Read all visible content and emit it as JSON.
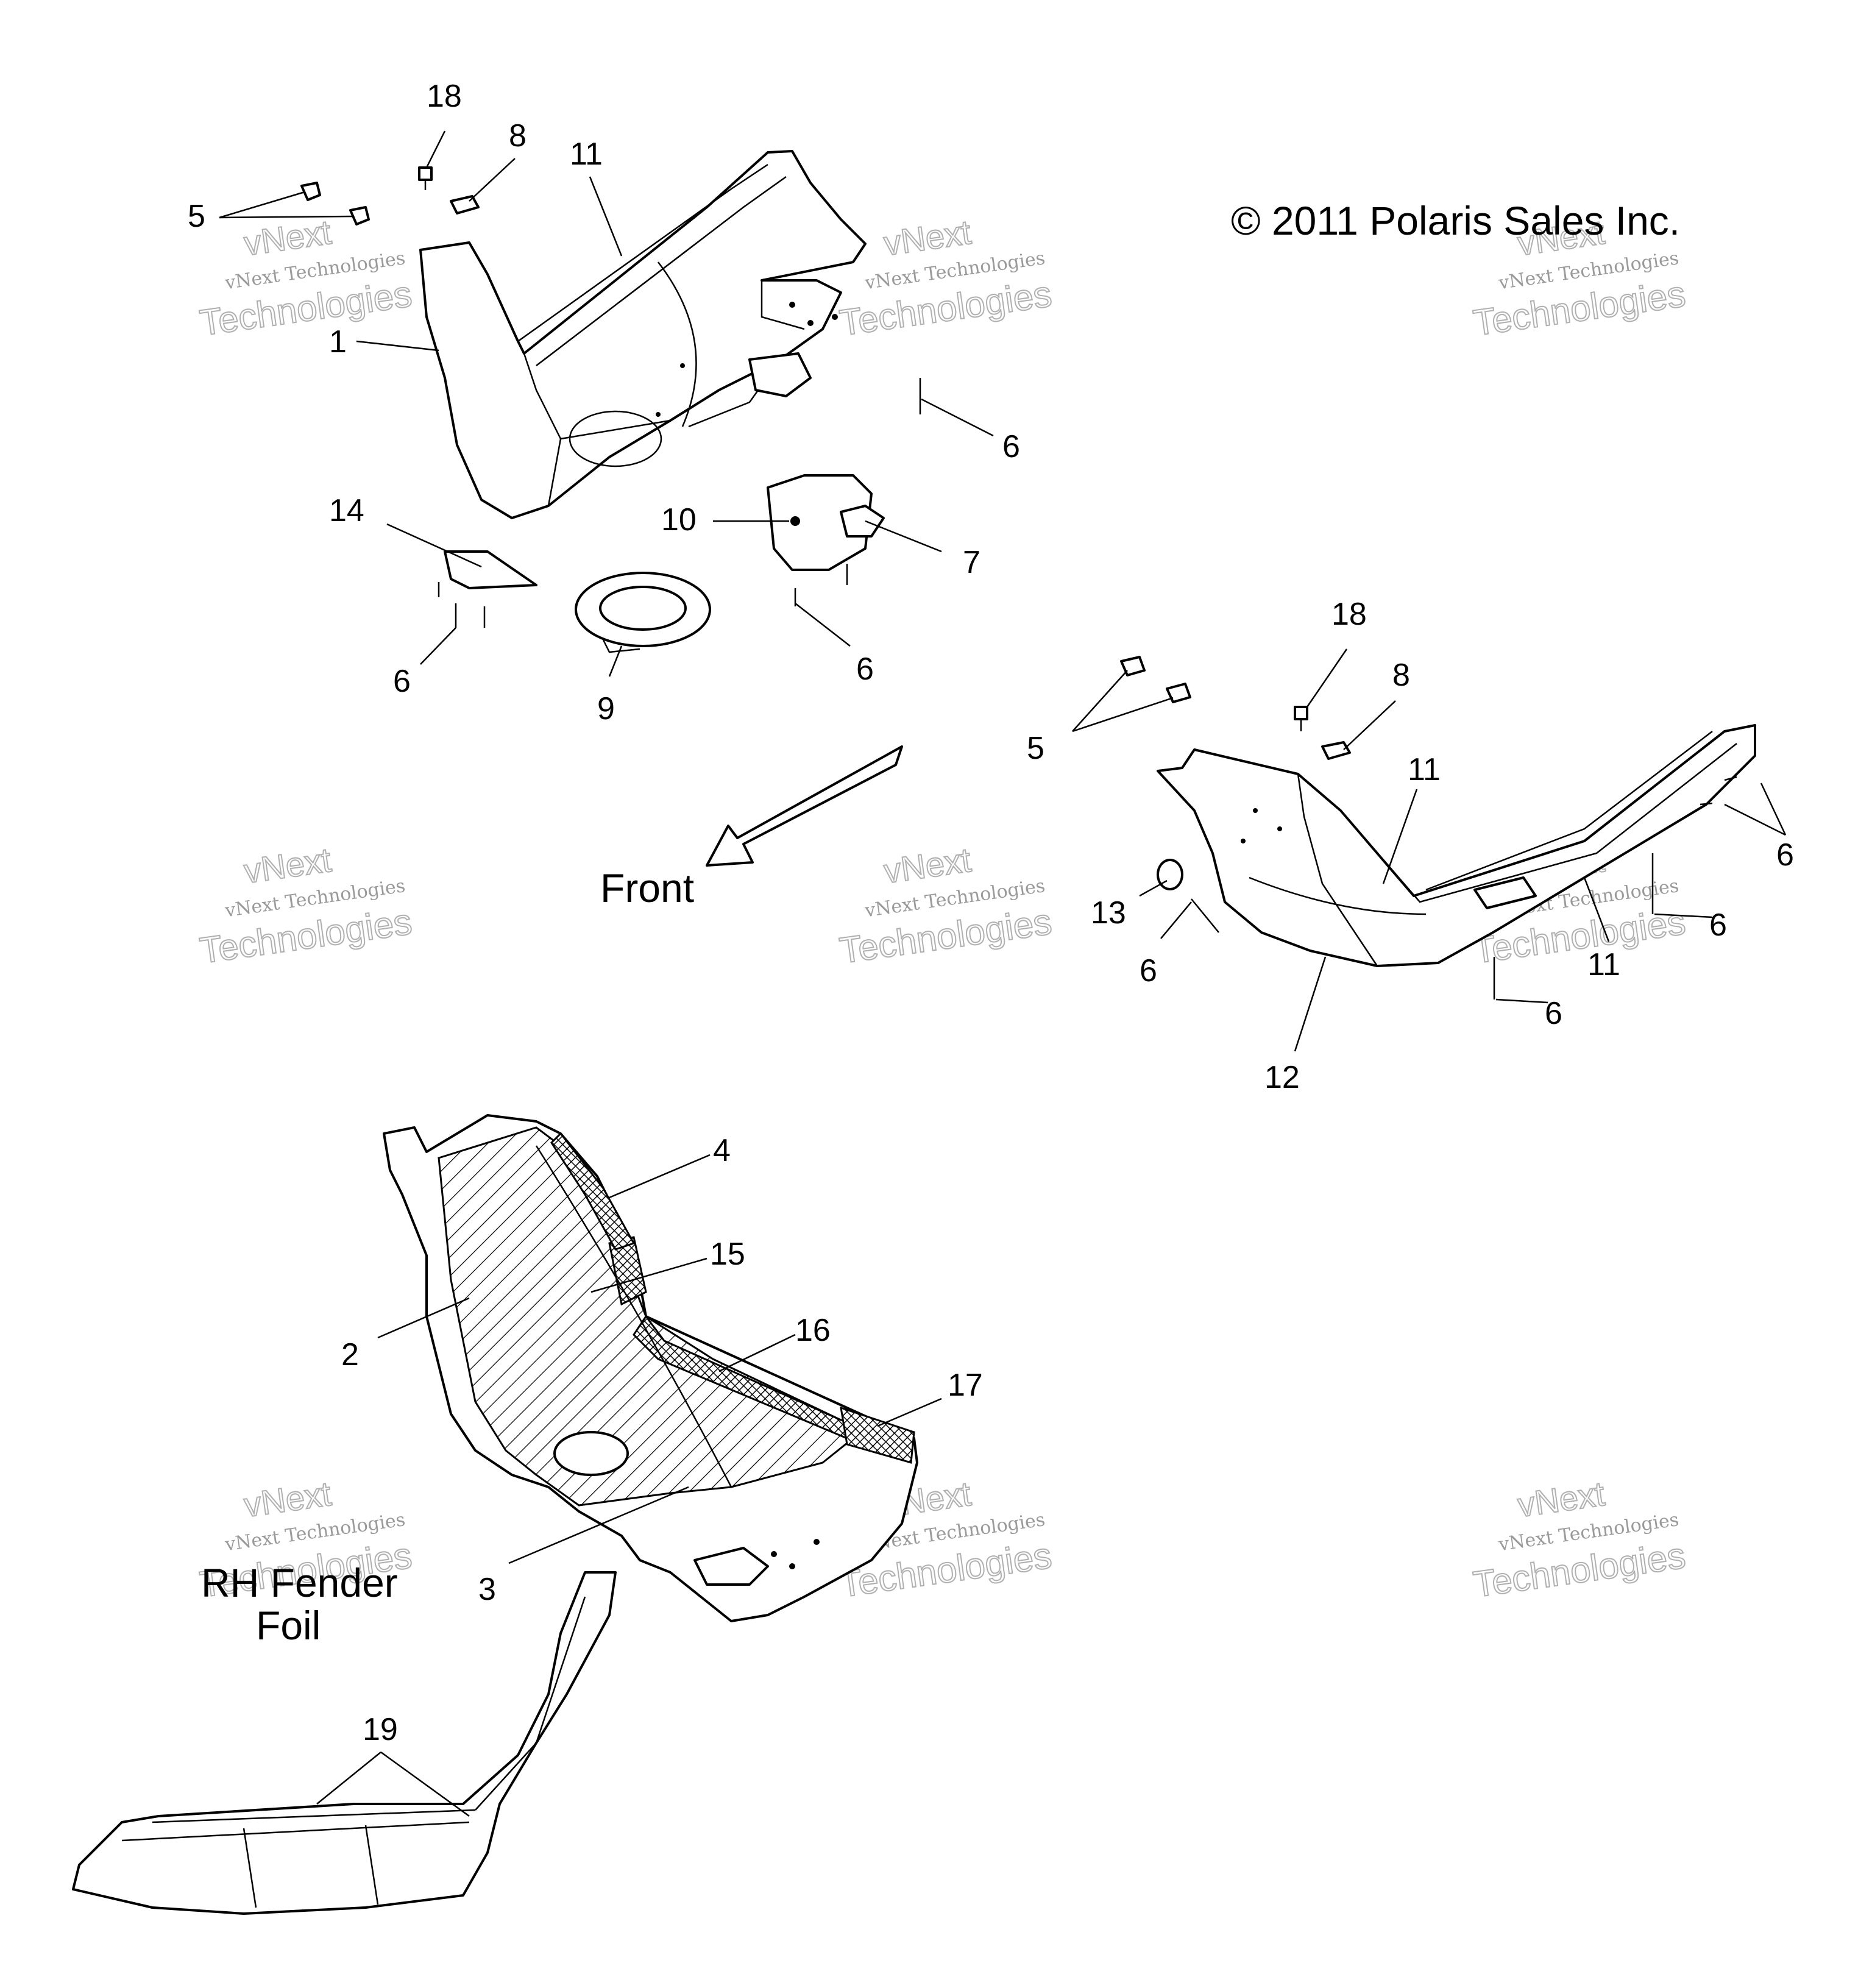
{
  "copyright": "© 2011 Polaris Sales Inc.",
  "front_label": "Front",
  "rh_fender_label": [
    "RH Fender",
    "Foil"
  ],
  "watermark": {
    "line1": "vNext Technologies",
    "line2": "Technologies",
    "line0": "vNext"
  },
  "callouts": {
    "top_left": [
      "18",
      "8",
      "11",
      "5",
      "1",
      "6",
      "14",
      "10",
      "7",
      "6",
      "9",
      "6"
    ],
    "right": [
      "18",
      "8",
      "5",
      "11",
      "6",
      "13",
      "6",
      "6",
      "11",
      "6",
      "12"
    ],
    "bottom": [
      "4",
      "15",
      "2",
      "16",
      "17",
      "3",
      "19"
    ]
  }
}
